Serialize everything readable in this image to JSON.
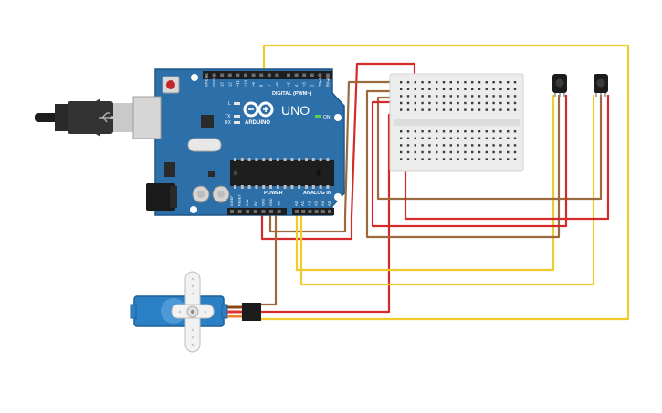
{
  "board": {
    "brand": "ARDUINO",
    "model": "UNO",
    "digital_header_label": "DIGITAL (PWM~)",
    "power_label": "POWER",
    "analog_label": "ANALOG IN",
    "on_label": "ON",
    "led_l": "L",
    "led_tx": "TX",
    "led_rx": "RX",
    "digital_pins": [
      "AREF",
      "GND",
      "13",
      "12",
      "~11",
      "~10",
      "~9",
      "8",
      "7",
      "~6",
      "~5",
      "4",
      "~3",
      "2",
      "TX▸1",
      "RX◂0"
    ],
    "power_pins": [
      "IOREF",
      "RESET",
      "3.3V",
      "5V",
      "GND",
      "GND",
      "Vin"
    ],
    "analog_pins": [
      "A0",
      "A1",
      "A2",
      "A3",
      "A4",
      "A5"
    ]
  },
  "components": {
    "servo": "servo-motor",
    "sensors": [
      "ir-receiver-1",
      "ir-receiver-2"
    ],
    "breadboard": "mini-breadboard"
  },
  "colors": {
    "board": "#2d6fa8",
    "board_dark": "#1f5687",
    "wire_red": "#d42a2a",
    "wire_yellow": "#f0cb2c",
    "wire_brown": "#9c6a3e",
    "breadboard": "#eeeeee",
    "servo": "#2b7fc4"
  }
}
